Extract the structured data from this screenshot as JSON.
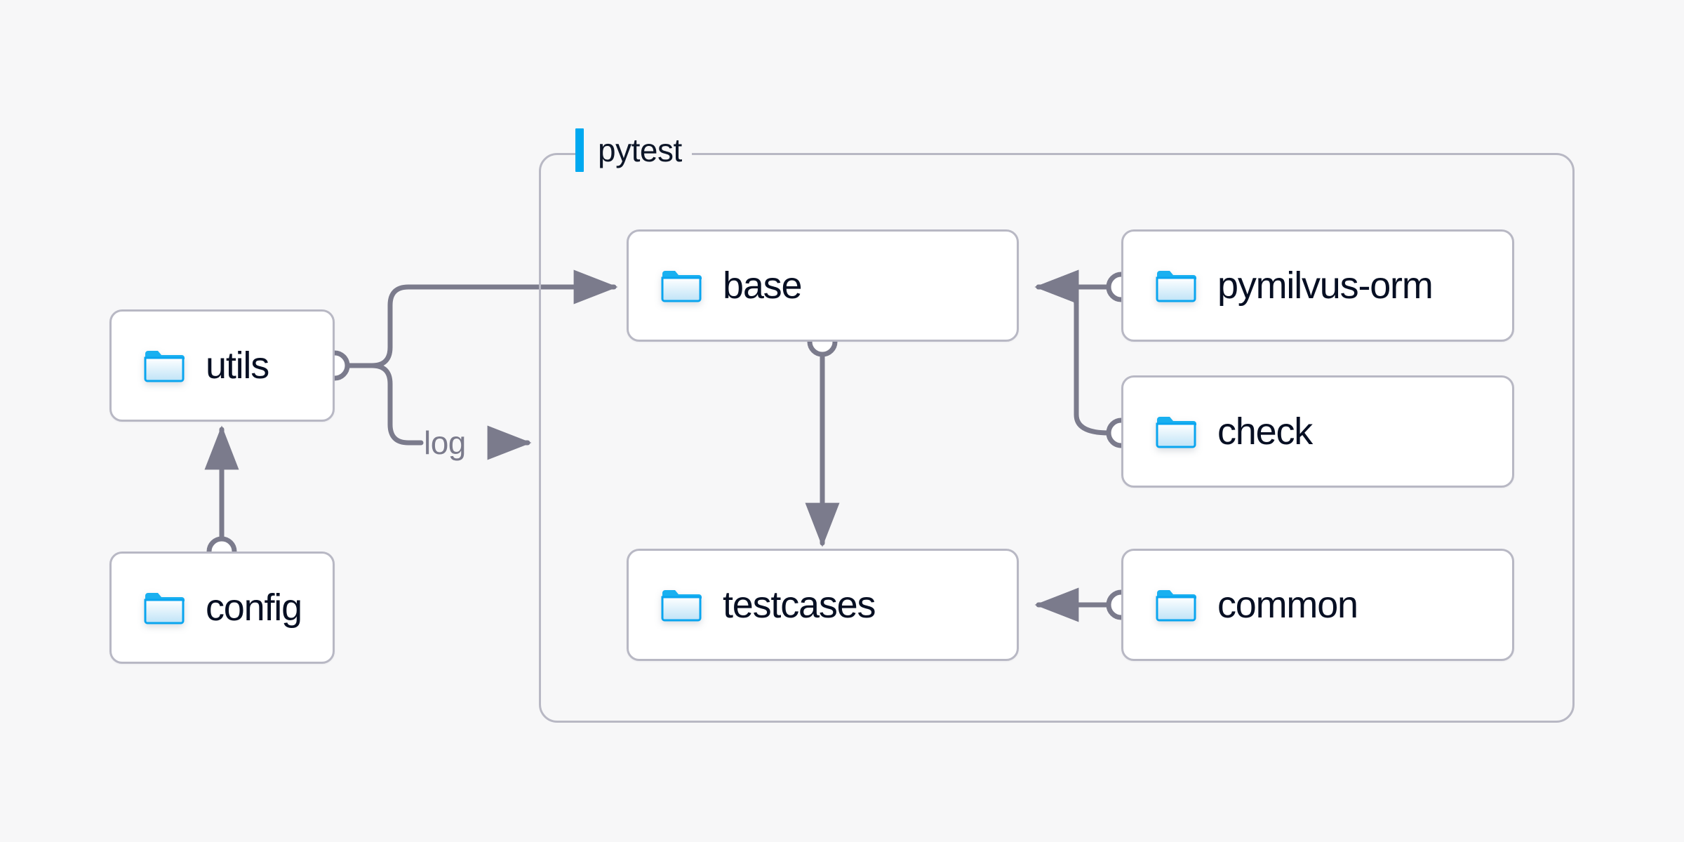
{
  "diagram": {
    "type": "architecture-block-diagram",
    "title": "",
    "background_color": "#f7f7f8",
    "accent_color": "#00a9f0",
    "edge_color": "#7b7b8c",
    "node_border_color": "#b8b8c4",
    "node_text_color": "#070f23",
    "group": {
      "id": "pytest",
      "label": "pytest",
      "accent_bar_color": "#00a9f0"
    },
    "nodes": [
      {
        "id": "utils",
        "label": "utils",
        "icon": "folder-icon",
        "in_group": false
      },
      {
        "id": "config",
        "label": "config",
        "icon": "folder-icon",
        "in_group": false
      },
      {
        "id": "base",
        "label": "base",
        "icon": "folder-icon",
        "in_group": true
      },
      {
        "id": "testcases",
        "label": "testcases",
        "icon": "folder-icon",
        "in_group": true
      },
      {
        "id": "pymilvus-orm",
        "label": "pymilvus-orm",
        "icon": "folder-icon",
        "in_group": true
      },
      {
        "id": "check",
        "label": "check",
        "icon": "folder-icon",
        "in_group": true
      },
      {
        "id": "common",
        "label": "common",
        "icon": "folder-icon",
        "in_group": true
      }
    ],
    "edges": [
      {
        "from": "config",
        "to": "utils",
        "label": "",
        "arrow": true
      },
      {
        "from": "utils",
        "to": "base",
        "label": "",
        "arrow": true
      },
      {
        "from": "utils",
        "to": "pytest",
        "label": "log",
        "arrow": true
      },
      {
        "from": "base",
        "to": "testcases",
        "label": "",
        "arrow": true
      },
      {
        "from": "pymilvus-orm",
        "to": "base",
        "label": "",
        "arrow": true
      },
      {
        "from": "check",
        "to": "base",
        "label": "",
        "arrow": true
      },
      {
        "from": "common",
        "to": "testcases",
        "label": "",
        "arrow": true
      }
    ],
    "edge_labels": {
      "log": "log"
    }
  }
}
